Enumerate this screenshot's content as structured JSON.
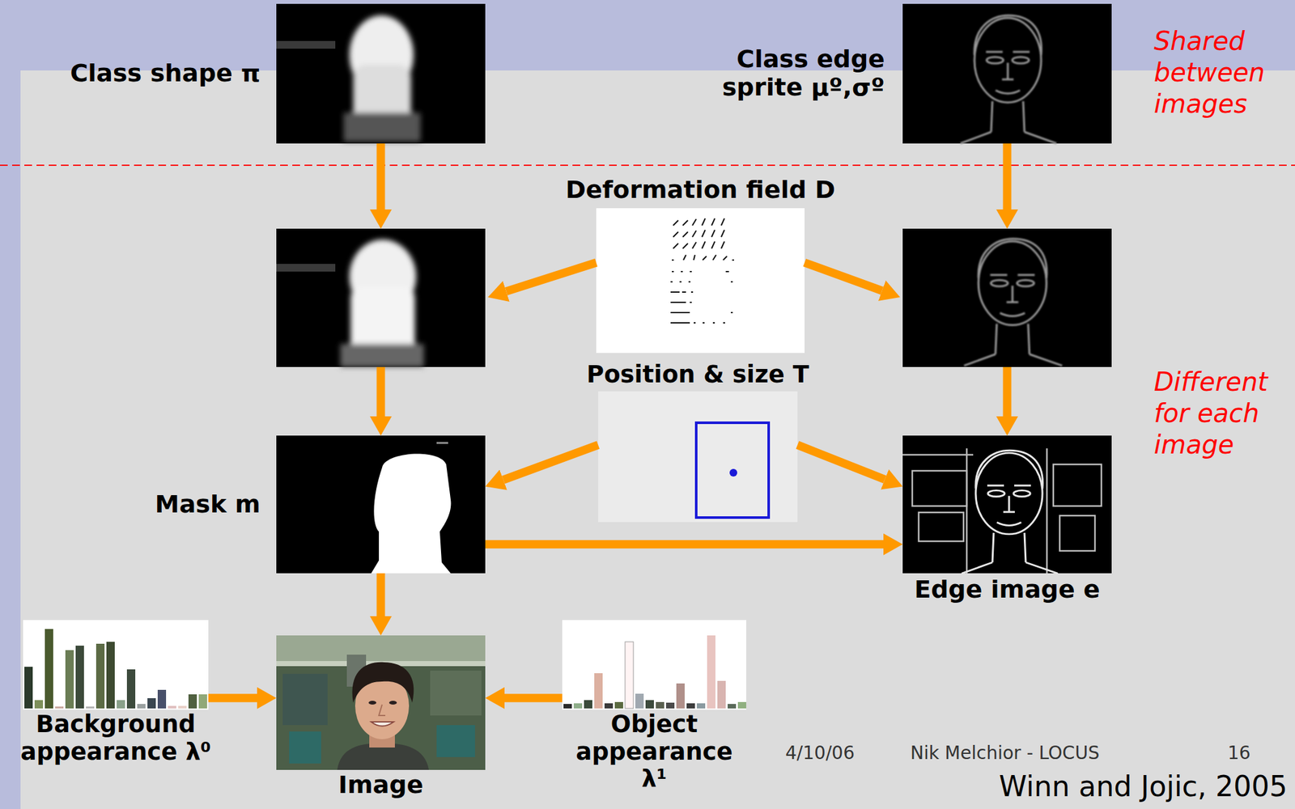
{
  "diagram": {
    "nodes": [
      {
        "text": [
          "Class shape π"
        ]
      },
      {
        "text": [
          "Class edge sprite μº,σº"
        ]
      },
      {
        "text": [
          "Deformation field D"
        ]
      },
      {
        "text": [
          "Position & size T"
        ]
      },
      {
        "text": [
          "Mask m"
        ]
      },
      {
        "text": [
          "Edge image e"
        ]
      },
      {
        "text": [
          "Background appearance λ⁰"
        ]
      },
      {
        "text": [
          "Image"
        ]
      },
      {
        "text": [
          "Object appearance λ¹"
        ]
      }
    ],
    "edges": [
      {
        "from": 3,
        "to": 4,
        "arrow": "to"
      },
      {
        "from": 3,
        "to": 5,
        "arrow": "to"
      },
      {
        "from": 4,
        "to": 5,
        "arrow": "to"
      },
      {
        "from": 4,
        "to": 7,
        "arrow": "to"
      },
      {
        "from": 6,
        "to": 7,
        "arrow": "to"
      },
      {
        "from": 8,
        "to": 7,
        "arrow": "to"
      }
    ],
    "labels": [
      "Shared between images",
      "Different for each image",
      "4/10/06",
      "Nik Melchior - LOCUS",
      "16",
      "Winn and Jojic, 2005"
    ]
  }
}
